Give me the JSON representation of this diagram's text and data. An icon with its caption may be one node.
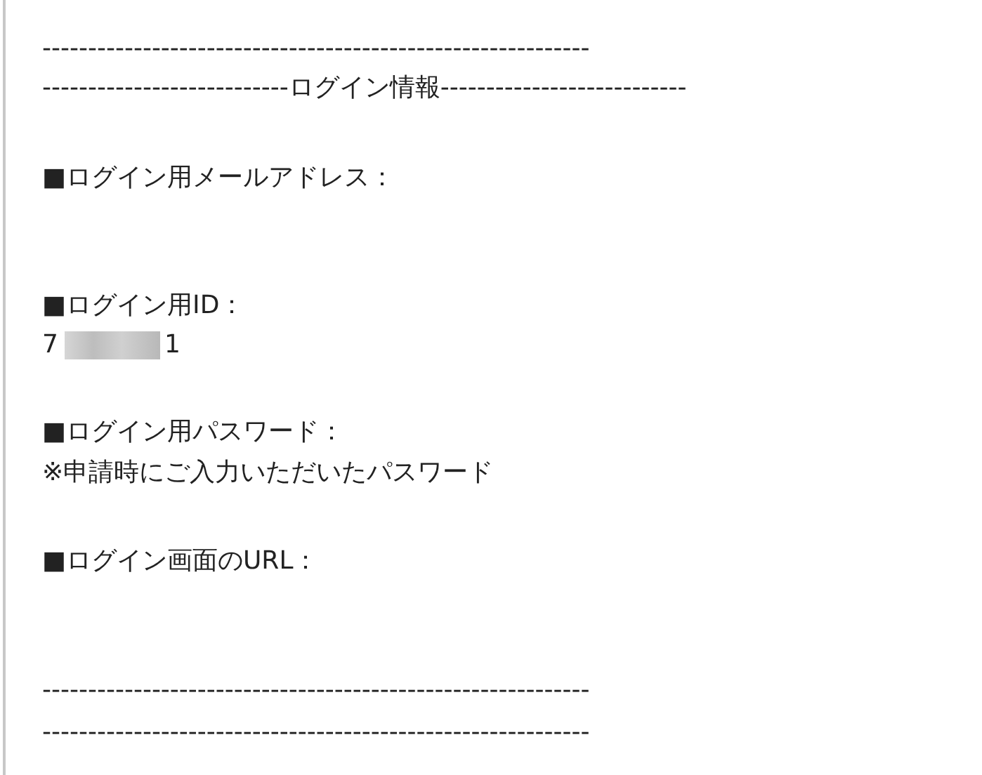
{
  "diagram": {
    "labels": [
      "------------------------------------------------------------",
      "---------------------------ログイン情報---------------------------",
      "■ログイン用メールアドレス：",
      "■ログイン用ID：",
      "7",
      "1",
      "■ログイン用パスワード：",
      "※申請時にご入力いただいたパスワード",
      "■ログイン画面のURL：",
      "------------------------------------------------------------",
      "------------------------------------------------------------"
    ]
  }
}
